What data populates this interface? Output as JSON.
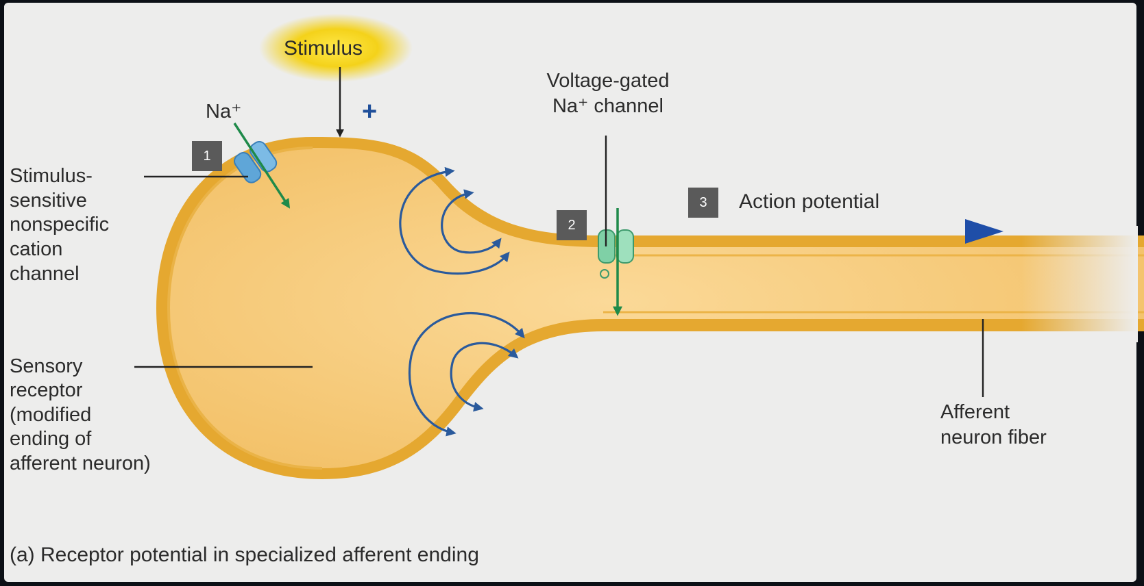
{
  "stimulus": {
    "label": "Stimulus",
    "charge_sign": "+"
  },
  "na_ion": {
    "label": "Na⁺"
  },
  "steps": {
    "step1": "1",
    "step2": "2",
    "step3": "3"
  },
  "channels": {
    "voltage_gated": "Voltage-gated\nNa⁺ channel",
    "stimulus_sensitive": "Stimulus-\nsensitive\nnonspecific\ncation\nchannel"
  },
  "action_potential": {
    "label": "Action potential"
  },
  "sensory_receptor": {
    "label": "Sensory\nreceptor\n(modified\nending of\nafferent neuron)"
  },
  "afferent_fiber": {
    "label": "Afferent\nneuron fiber"
  },
  "caption": "(a) Receptor potential in specialized afferent ending",
  "colors": {
    "background": "#ededec",
    "membrane": "#e5a830",
    "cytoplasm": "#f7cf84",
    "current_arrows": "#2a5a9c",
    "na_arrows": "#1f8a4a",
    "channel_stimulus": "#5fa6d8",
    "channel_voltage": "#7fd0a6",
    "stimulus_glow": "#f4d21a",
    "action_potential_arrow": "#1f4ea8",
    "label_text": "#2b2b2b"
  }
}
